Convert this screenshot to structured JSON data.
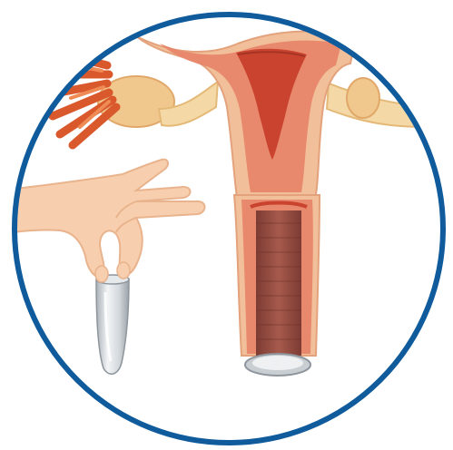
{
  "illustration": {
    "palette": {
      "ring": "#0f5b9c",
      "background": "#ffffff",
      "skin": "#f7cfae",
      "skin_shadow": "#e9b38d",
      "uterus_outer": "#f1c09a",
      "uterus_mid": "#e8896d",
      "uterus_inner": "#c9432f",
      "canal_dark": "#8f4a3f",
      "fallopian_tube": "#f4d9a6",
      "fimbriae": "#d9582c",
      "ovary": "#f0c88e",
      "cup_silver": "#c9ced3",
      "cup_rim": "#8e959c"
    },
    "elements": [
      "circular-frame",
      "uterus",
      "fallopian-tubes",
      "ovary-fimbriae",
      "vaginal-canal",
      "insertion-ring",
      "hand",
      "menstrual-cup"
    ]
  }
}
